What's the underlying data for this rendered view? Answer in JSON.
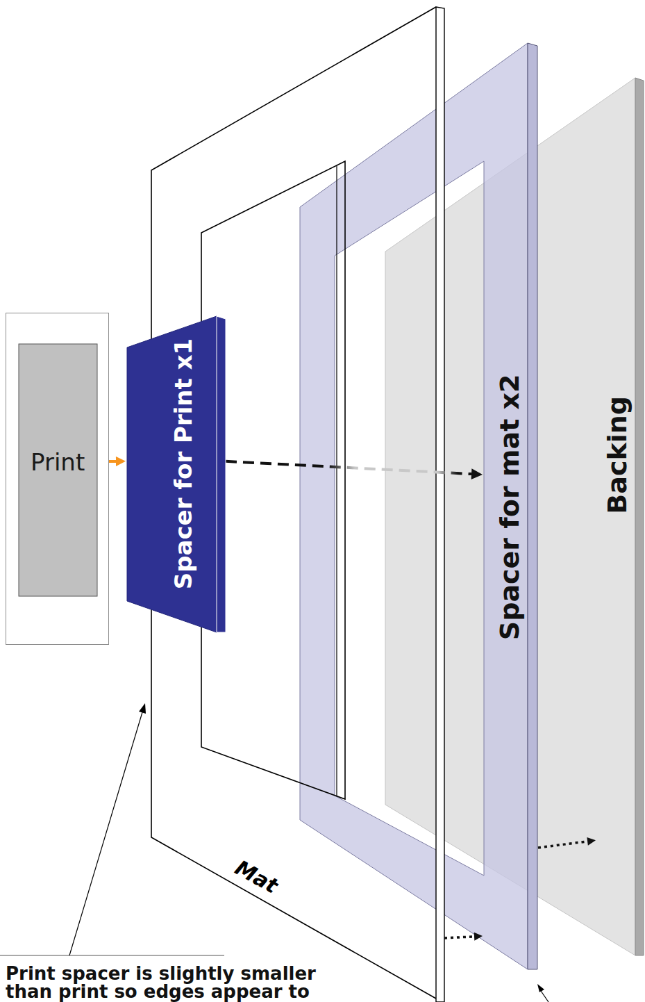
{
  "diagram": {
    "nodes": [
      {
        "text": [
          "Print"
        ]
      },
      {
        "text": [
          "Spacer for Print x1"
        ]
      },
      {
        "text": [
          "Mat"
        ]
      },
      {
        "text": [
          "Spacer for mat x2"
        ]
      },
      {
        "text": [
          "Backing"
        ]
      }
    ],
    "edges": [
      {
        "from": 0,
        "to": 1,
        "arrow": "to"
      },
      {
        "from": 1,
        "to": 3,
        "arrow": "to"
      },
      {
        "from": 2,
        "to": 3,
        "arrow": "to"
      },
      {
        "from": 3,
        "to": 4,
        "arrow": "to"
      }
    ],
    "labels": [
      "Print spacer is slightly smaller than print so edges appear to"
    ]
  }
}
